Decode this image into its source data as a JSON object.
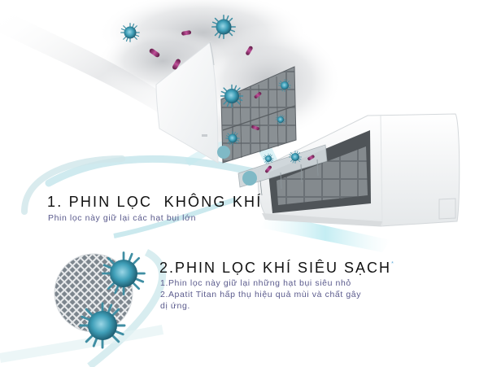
{
  "feature1": {
    "title": "1. PHIN LỌC  KHÔNG KHÍ",
    "subtitle": "Phin lọc này giữ lại các hạt bụi lớn"
  },
  "feature2": {
    "title": "2.PHIN LỌC KHÍ SIÊU SẠCH",
    "title_mark": "*",
    "lines": [
      "1.Phin lọc này giữ lại những hạt bụi siêu nhỏ",
      "2.Apatit Titan hấp thụ hiệu quả mùi và chất gây",
      "dị ứng."
    ]
  },
  "colors": {
    "heading": "#111111",
    "body_text": "#5a5a8c",
    "accent_teal": "#7fb9c6",
    "virus": "#3f9fb8",
    "bacteria": "#a23a7a"
  },
  "illustration": {
    "subject": "wall-mounted air conditioner with exploded filter panels",
    "icons": [
      "virus-icon",
      "bacteria-icon",
      "mesh-filter-icon",
      "air-conditioner-icon"
    ]
  }
}
